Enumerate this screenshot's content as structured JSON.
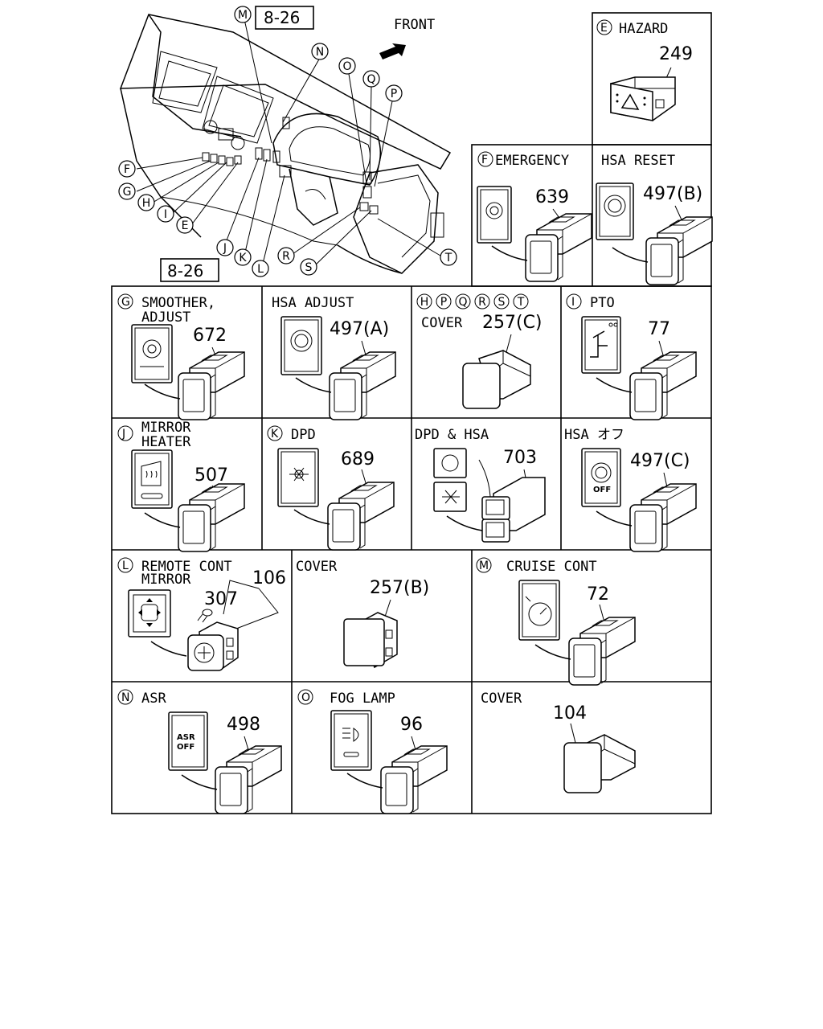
{
  "overview": {
    "front_label": "FRONT",
    "ref_top": "8-26",
    "ref_bottom": "8-26",
    "callouts": [
      "M",
      "N",
      "O",
      "Q",
      "P",
      "F",
      "G",
      "H",
      "I",
      "E",
      "J",
      "K",
      "L",
      "R",
      "S",
      "T"
    ]
  },
  "panels": {
    "hazard": {
      "letter": "E",
      "title": "HAZARD",
      "part": "249"
    },
    "emergency": {
      "letter": "F",
      "title": "EMERGENCY",
      "part": "639"
    },
    "hsa_reset": {
      "title": "HSA RESET",
      "part": "497(B)"
    },
    "smoother": {
      "letter": "G",
      "title_line1": "SMOOTHER,",
      "title_line2": "ADJUST",
      "part": "672"
    },
    "hsa_adjust": {
      "title": "HSA ADJUST",
      "part": "497(A)"
    },
    "cover_c": {
      "letters": [
        "H",
        "P",
        "Q",
        "R",
        "S",
        "T"
      ],
      "title": "COVER",
      "part": "257(C)"
    },
    "pto": {
      "letter": "I",
      "title": "PTO",
      "part": "77"
    },
    "mirror_heater": {
      "letter": "J",
      "title_line1": "MIRROR",
      "title_line2": "HEATER",
      "part": "507"
    },
    "dpd": {
      "letter": "K",
      "title": "DPD",
      "part": "689"
    },
    "dpd_hsa": {
      "title": "DPD & HSA",
      "part": "703"
    },
    "hsa_off": {
      "title": "HSA オフ",
      "part": "497(C)",
      "icon_text": "OFF"
    },
    "remote_mirror": {
      "letter": "L",
      "title_line1": "REMOTE CONT",
      "title_line2": "MIRROR",
      "part_a": "106",
      "part_b": "307"
    },
    "cover_b": {
      "title": "COVER",
      "part": "257(B)"
    },
    "cruise": {
      "letter": "M",
      "title": "CRUISE CONT",
      "part": "72"
    },
    "asr": {
      "letter": "N",
      "title": "ASR",
      "part": "498",
      "icon_line1": "ASR",
      "icon_line2": "OFF"
    },
    "fog": {
      "letter": "O",
      "title": "FOG LAMP",
      "part": "96"
    },
    "cover_104": {
      "title": "COVER",
      "part": "104"
    }
  }
}
